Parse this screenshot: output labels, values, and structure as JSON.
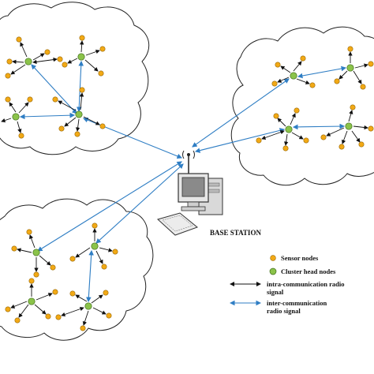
{
  "base_station": {
    "label": "BASE STATION"
  },
  "legend": {
    "sensor_nodes": "Sensor nodes",
    "cluster_head_nodes": "Cluster head nodes",
    "intra_line1": "intra-communication radio",
    "intra_line2": "signal",
    "inter_line1": "inter-communication",
    "inter_line2": "radio signal"
  },
  "colors": {
    "sensor_node": "#f2a915",
    "cluster_head_node": "#8bc34a",
    "intra_signal": "#111111",
    "inter_signal": "#2f7ec4",
    "cloud_outline": "#222222"
  },
  "icons": {
    "base_station": "computer-with-antenna-icon"
  }
}
